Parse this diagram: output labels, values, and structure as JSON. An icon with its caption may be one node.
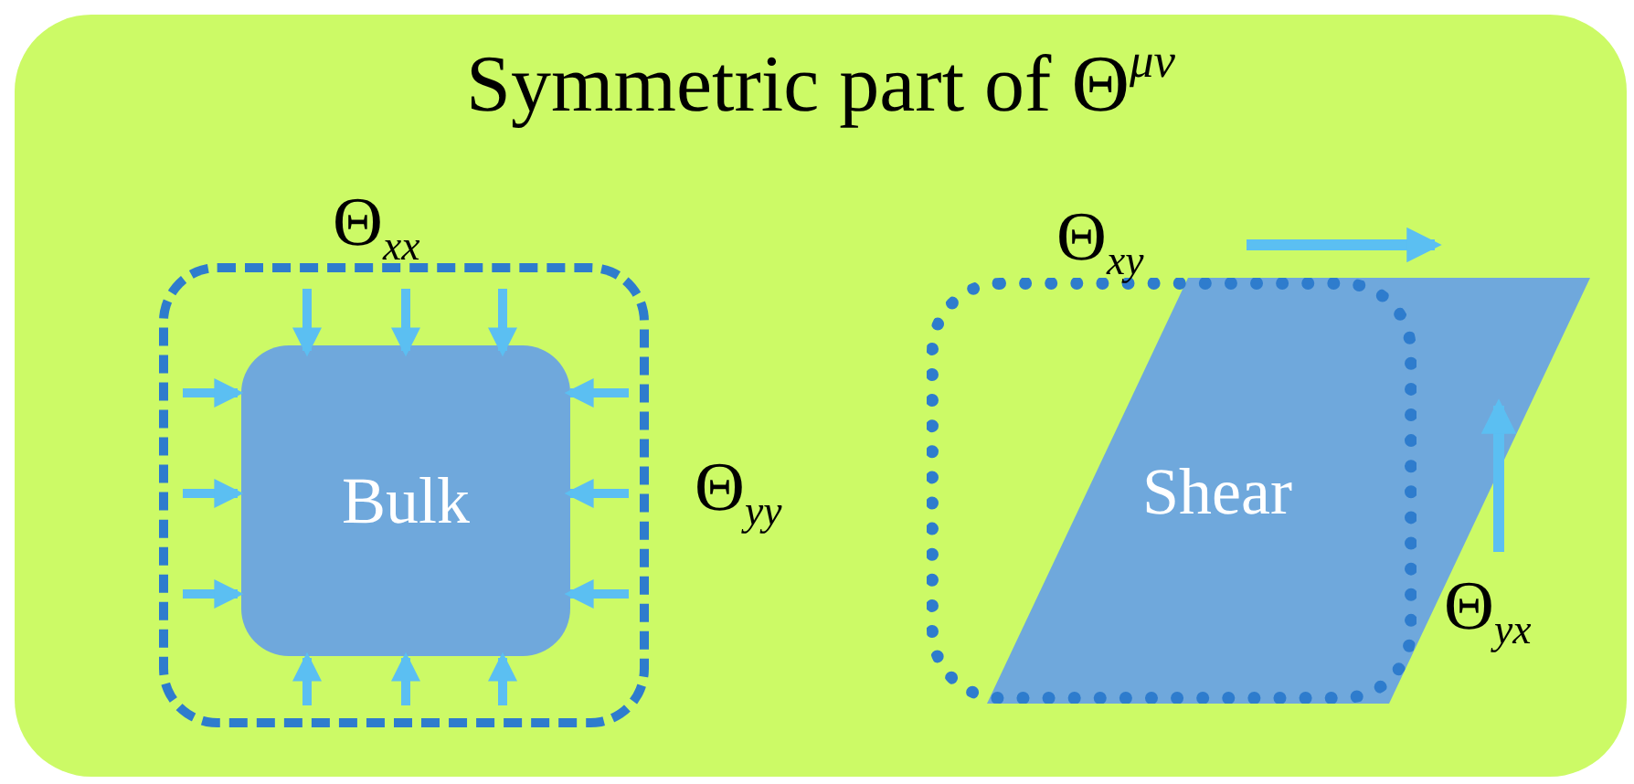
{
  "diagram": {
    "nodes": [
      {
        "text": [
          "Symmetric part of Θ$^{μν}$"
        ]
      },
      {
        "text": [],
        "shape": "box",
        "in": 0
      },
      {
        "text": [
          "Bulk"
        ],
        "in": 1
      },
      {
        "text": [
          "Shear"
        ],
        "in": 0
      }
    ],
    "edges": [],
    "labels": [
      "Θ$_{xx}$",
      "Θ$_{yy}$",
      "Θ$_{xy}$",
      "Θ$_{yx}$"
    ]
  }
}
